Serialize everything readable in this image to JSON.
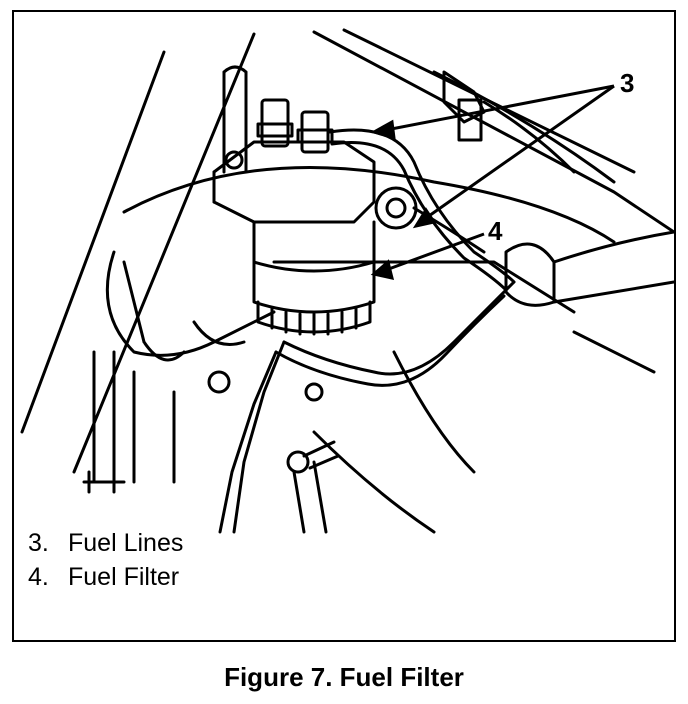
{
  "diagram": {
    "callouts": [
      {
        "id": "3",
        "text": "3"
      },
      {
        "id": "4",
        "text": "4"
      }
    ],
    "legend": [
      {
        "number": "3.",
        "label": "Fuel Lines"
      },
      {
        "number": "4.",
        "label": "Fuel Filter"
      }
    ],
    "caption": "Figure 7.  Fuel Filter"
  }
}
